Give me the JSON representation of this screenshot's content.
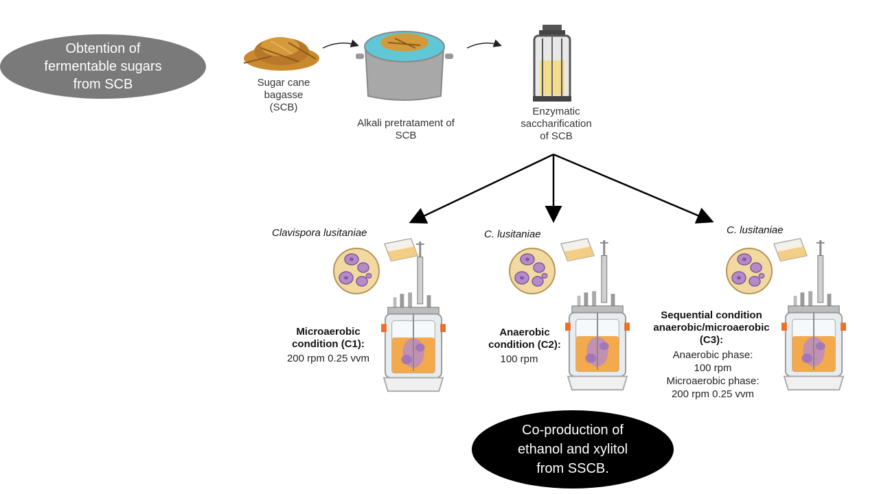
{
  "top_ellipse": {
    "text": "Obtention of\nfermentable sugars\nfrom SCB",
    "color": "#7a7a7a"
  },
  "bottom_ellipse": {
    "text": "Co-production of\nethanol and xylitol\nfrom SSCB.",
    "color": "#000000"
  },
  "steps": [
    {
      "label": "Sugar cane\nbagasse\n(SCB)",
      "icon": "bagasse-pile-icon"
    },
    {
      "label": "Alkali pretratament of\nSCB",
      "icon": "cooking-pot-icon"
    },
    {
      "label": "Enzymatic\nsaccharification\nof SCB",
      "icon": "saccharification-reactor-icon"
    }
  ],
  "conditions": [
    {
      "species": "Clavispora lusitaniae",
      "title": "Microaerobic\ncondition (C1):",
      "body": "200 rpm 0.25 vvm"
    },
    {
      "species": "C. lusitaniae",
      "title": "Anaerobic\ncondition (C2):",
      "body": "100 rpm"
    },
    {
      "species": "C. lusitaniae",
      "title": "Sequential condition\nanaerobic/microaerobic\n(C3):",
      "body": "Anaerobic phase:\n100 rpm\nMicroaerobic phase:\n200 rpm 0.25 vvm"
    }
  ],
  "colors": {
    "broth": "#f2a13a",
    "yeast": "#b58acb",
    "cell_bg": "#f1d9a0",
    "bioreactor_accent": "#e8702a"
  }
}
